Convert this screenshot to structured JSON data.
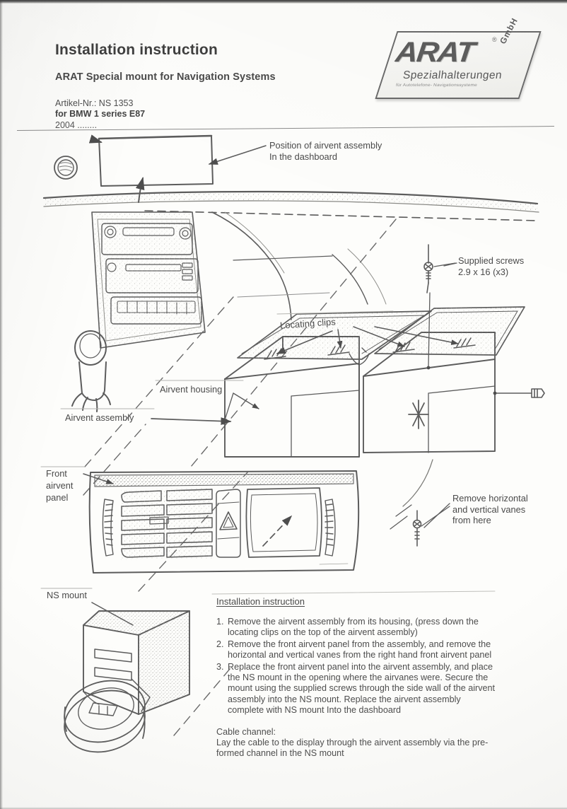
{
  "document": {
    "title": "Installation instruction",
    "subtitle": "ARAT Special mount for Navigation Systems",
    "article_number": "Artikel-Nr.: NS 1353",
    "model": "for BMW 1 series E87",
    "year": "2004 ........"
  },
  "logo": {
    "brand": "ARAT",
    "registered": "®",
    "company_form": "GmbH",
    "line1": "Spezialhalterungen",
    "line2": "für Autotelefone- Navigationssysteme"
  },
  "callouts": {
    "position_assembly": "Position of airvent assembly\nIn the dashboard",
    "supplied_screws": "Supplied screws\n2.9  x 16 (x3)",
    "locating_clips": "Locating clips",
    "airvent_housing": "Airvent housing",
    "airvent_assembly": "Airvent assembly",
    "remove_vanes": "Remove horizontal\nand vertical vanes\nfrom here",
    "front_airvent_panel": "Front\nairvent\npanel",
    "ns_mount": "NS mount"
  },
  "instructions": {
    "heading": "Installation instruction",
    "steps": [
      {
        "number": "1.",
        "text": "Remove the airvent assembly from its housing, (press down the locating clips on the top of the airvent assembly)"
      },
      {
        "number": "2.",
        "text": "Remove the front airvent panel from the assembly, and remove the horizontal and vertical vanes from the right hand front airvent panel"
      },
      {
        "number": "3.",
        "text": "Replace the front airvent panel into the airvent assembly, and place the NS mount in the opening where the airvanes were. Secure the mount using the supplied screws through the side wall of the airvent assembly into the NS mount. Replace the airvent assembly complete with NS mount Into the dashboard"
      }
    ],
    "cable_channel_heading": "Cable channel:",
    "cable_channel_text": "Lay the cable to the display through the airvent assembly via the pre-formed channel in the NS mount"
  },
  "colors": {
    "page": "#fdfdfb",
    "ink": "#4c4c4c",
    "line": "#6f6f6f",
    "logo": "#5d5d5d"
  }
}
